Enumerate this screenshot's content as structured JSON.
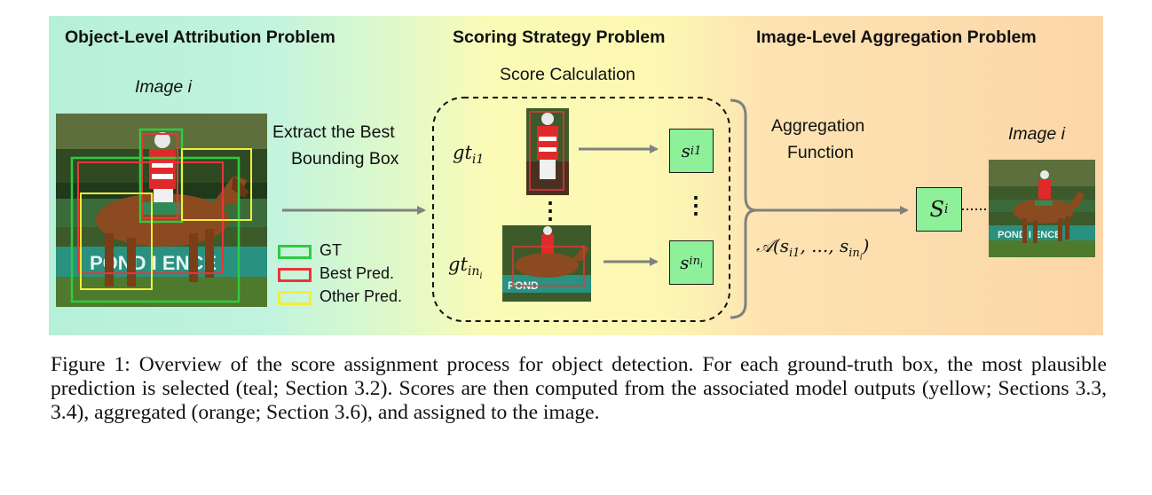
{
  "headers": {
    "object_level": "Object-Level Attribution Problem",
    "scoring": "Scoring Strategy Problem",
    "image_level": "Image-Level Aggregation Problem"
  },
  "labels": {
    "image_left": "Image i",
    "extract_line1": "Extract the Best",
    "extract_line2": "Bounding Box",
    "score_calc": "Score Calculation",
    "gt_first": "gt",
    "gt_first_sub": "i1",
    "gt_last": "gt",
    "gt_last_sub": "in",
    "gt_last_subsub": "i",
    "s_first": "s",
    "s_first_sub": "i1",
    "s_last": "s",
    "s_last_sub": "in",
    "s_last_subsub": "i",
    "vdots": "⋮",
    "agg_line1": "Aggregation",
    "agg_line2": "Function",
    "agg_formula": "𝒜(s",
    "agg_formula_sub1": "i1",
    "agg_formula_mid": ", ..., s",
    "agg_formula_sub2": "in",
    "agg_formula_subsub": "i",
    "agg_formula_end": ")",
    "S_box": "S",
    "S_box_sub": "i",
    "image_right": "Image i"
  },
  "legend": [
    {
      "label": "GT",
      "color": "#2ecc40"
    },
    {
      "label": "Best Pred.",
      "color": "#e8363a"
    },
    {
      "label": "Other Pred.",
      "color": "#f2ee3a"
    }
  ],
  "photo_signage": {
    "left": "POND  I  ENCE",
    "right": "POND I ENCE",
    "lower_crop": "POND"
  },
  "caption": "Figure 1: Overview of the score assignment process for object detection. For each ground-truth box, the most plausible prediction is selected (teal; Section 3.2). Scores are then computed from the associated model outputs (yellow; Sections 3.3, 3.4), aggregated (orange; Section 3.6), and assigned to the image.",
  "colors": {
    "teal_region": "#b6f0d8",
    "yellow_region": "#fbfbb6",
    "orange_region": "#fcd6a9",
    "score_box": "#8ff09a",
    "arrow": "#808080"
  }
}
